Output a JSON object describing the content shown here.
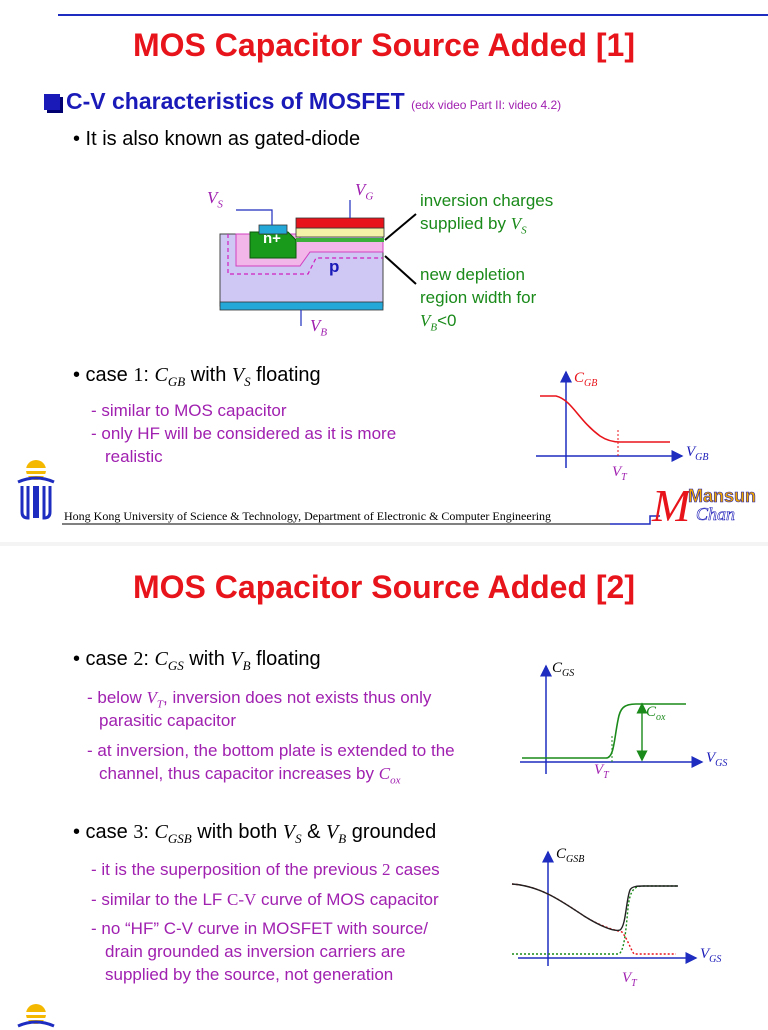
{
  "slide1": {
    "title": "MOS Capacitor Source Added [1]",
    "heading": "C-V characteristics of MOSFET",
    "heading_ref": "(edx video Part II: video 4.2)",
    "bullet_gated": "• It is also known as gated-diode",
    "diagram": {
      "vs": "V",
      "vs_sub": "S",
      "vg": "V",
      "vg_sub": "G",
      "vb": "V",
      "vb_sub": "B",
      "n_label": "n+",
      "p_label": "p",
      "note1_line1": "inversion charges",
      "note1_line2": "supplied by ",
      "note1_var": "V",
      "note1_sub": "S",
      "note2_line1": "new depletion",
      "note2_line2": "region width for",
      "note2_var": "V",
      "note2_sub": "B",
      "note2_tail": "<0"
    },
    "case1": {
      "prefix": "• case ",
      "num": "1",
      "colon": ": ",
      "var": "C",
      "var_sub": "GB",
      "mid": " with ",
      "var2": "V",
      "var2_sub": "S",
      "tail": " floating",
      "line1": "- similar to MOS capacitor",
      "line2": "- only HF will be considered as it is more",
      "line3": "realistic"
    },
    "plot1": {
      "ylabel": "C",
      "ylabel_sub": "GB",
      "xlabel": "V",
      "xlabel_sub": "GB",
      "tick": "V",
      "tick_sub": "T"
    },
    "footer": "Hong Kong University of Science & Technology, Department of Electronic & Computer Engineering",
    "logo_text": "Mansun Chan",
    "logo_word1": "Mansun",
    "logo_word2": "Chan"
  },
  "slide2": {
    "title": "MOS Capacitor Source Added [2]",
    "case2": {
      "prefix": "• case ",
      "num": "2",
      "colon": ": ",
      "var": "C",
      "var_sub": "GS",
      "mid": " with ",
      "var2": "V",
      "var2_sub": "B",
      "tail": " floating",
      "l1a": "- below ",
      "l1v": "V",
      "l1s": "T",
      "l1b": ", inversion does not exists thus only",
      "l2": "parasitic capacitor",
      "l3": "- at inversion, the bottom plate is extended to the",
      "l4a": "channel, thus capacitor increases by ",
      "l4v": "C",
      "l4s": "ox"
    },
    "plot2": {
      "ylabel": "C",
      "ylabel_sub": "GS",
      "xlabel": "V",
      "xlabel_sub": "GS",
      "tick": "V",
      "tick_sub": "T",
      "cox": "C",
      "cox_sub": "ox"
    },
    "case3": {
      "prefix": "• case ",
      "num": "3",
      "colon": ": ",
      "var": "C",
      "var_sub": "GSB",
      "mid": " with both ",
      "var2": "V",
      "var2_sub": "S",
      "amp": " & ",
      "var3": "V",
      "var3_sub": "B",
      "tail": " grounded",
      "l1a": "- it is the superposition of the previous ",
      "l1n": "2",
      "l1b": " cases",
      "l2a": "- similar to the LF ",
      "l2cv": "C-V",
      "l2b": " curve of MOS capacitor",
      "l3": "- no “HF” C-V curve in MOSFET with source/",
      "l4": "drain grounded as inversion carriers are",
      "l5": "supplied by the source, not generation"
    },
    "plot3": {
      "ylabel": "C",
      "ylabel_sub": "GSB",
      "xlabel": "V",
      "xlabel_sub": "GS",
      "tick": "V",
      "tick_sub": "T"
    }
  },
  "colors": {
    "title": "#e8141b",
    "heading": "#1a1ab8",
    "sub": "#a020b0",
    "note": "#1a8a1a",
    "rule": "#1e2dbf"
  }
}
